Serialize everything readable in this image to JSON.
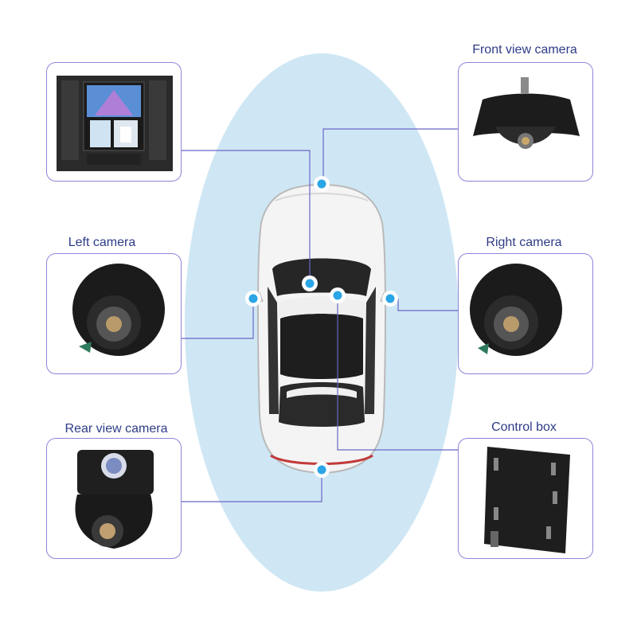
{
  "labels": {
    "front_view_camera": "Front view camera",
    "left_camera": "Left camera",
    "right_camera": "Right camera",
    "rear_view_camera": "Rear view camera",
    "control_box": "Control box"
  },
  "colors": {
    "ellipse": "#cfe7f4",
    "box_border": "#8c86d6",
    "label_text": "#2e3c86",
    "connector_line": "#6a66c8",
    "marker": "#2aa5e6"
  },
  "icons": [
    "head-unit-screen-photo",
    "front-camera-photo",
    "left-camera-photo",
    "right-camera-photo",
    "rear-camera-photo",
    "control-box-photo",
    "car-top-view-illustration"
  ]
}
